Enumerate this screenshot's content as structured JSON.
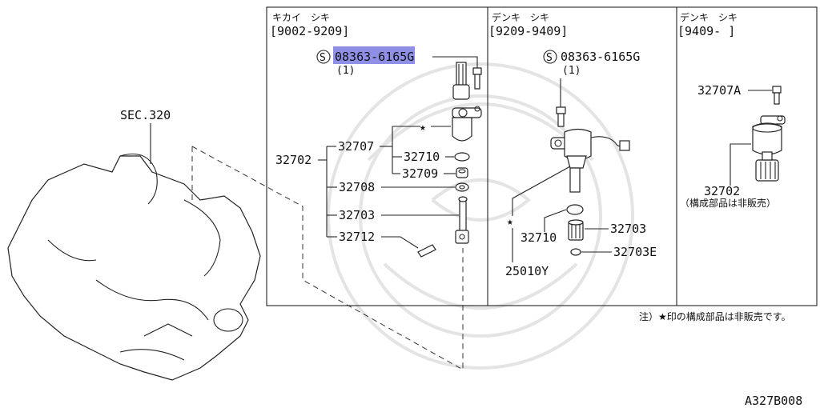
{
  "sections": [
    {
      "title": "キカイ　シキ",
      "range": "[9002-9209]"
    },
    {
      "title": "デンキ　シキ",
      "range": "[9209-9409]"
    },
    {
      "title": "デンキ　シキ",
      "range": "[9409-     ]"
    }
  ],
  "ref": "SEC.320",
  "mech": {
    "bolt_code": "08363-6165G",
    "bolt_qty": "(1)",
    "labels": {
      "p32702": "32702",
      "p32707": "32707",
      "p32710": "32710",
      "p32709": "32709",
      "p32708": "32708",
      "p32703": "32703",
      "p32712": "32712"
    }
  },
  "elec1": {
    "bolt_code": "08363-6165G",
    "bolt_qty": "(1)",
    "labels": {
      "p32710": "32710",
      "p32703": "32703",
      "p32703E": "32703E",
      "p25010Y": "25010Y"
    }
  },
  "elec2": {
    "labels": {
      "p32707A": "32707A",
      "p32702": "32702"
    },
    "note": "（構成部品は非販売）"
  },
  "symbols": {
    "bolt_s": "S",
    "star": "★"
  },
  "footnote": "注）★印の構成部品は非販売です。",
  "diagram_id": "A327B008",
  "highlight_color": "#8f8fe8"
}
